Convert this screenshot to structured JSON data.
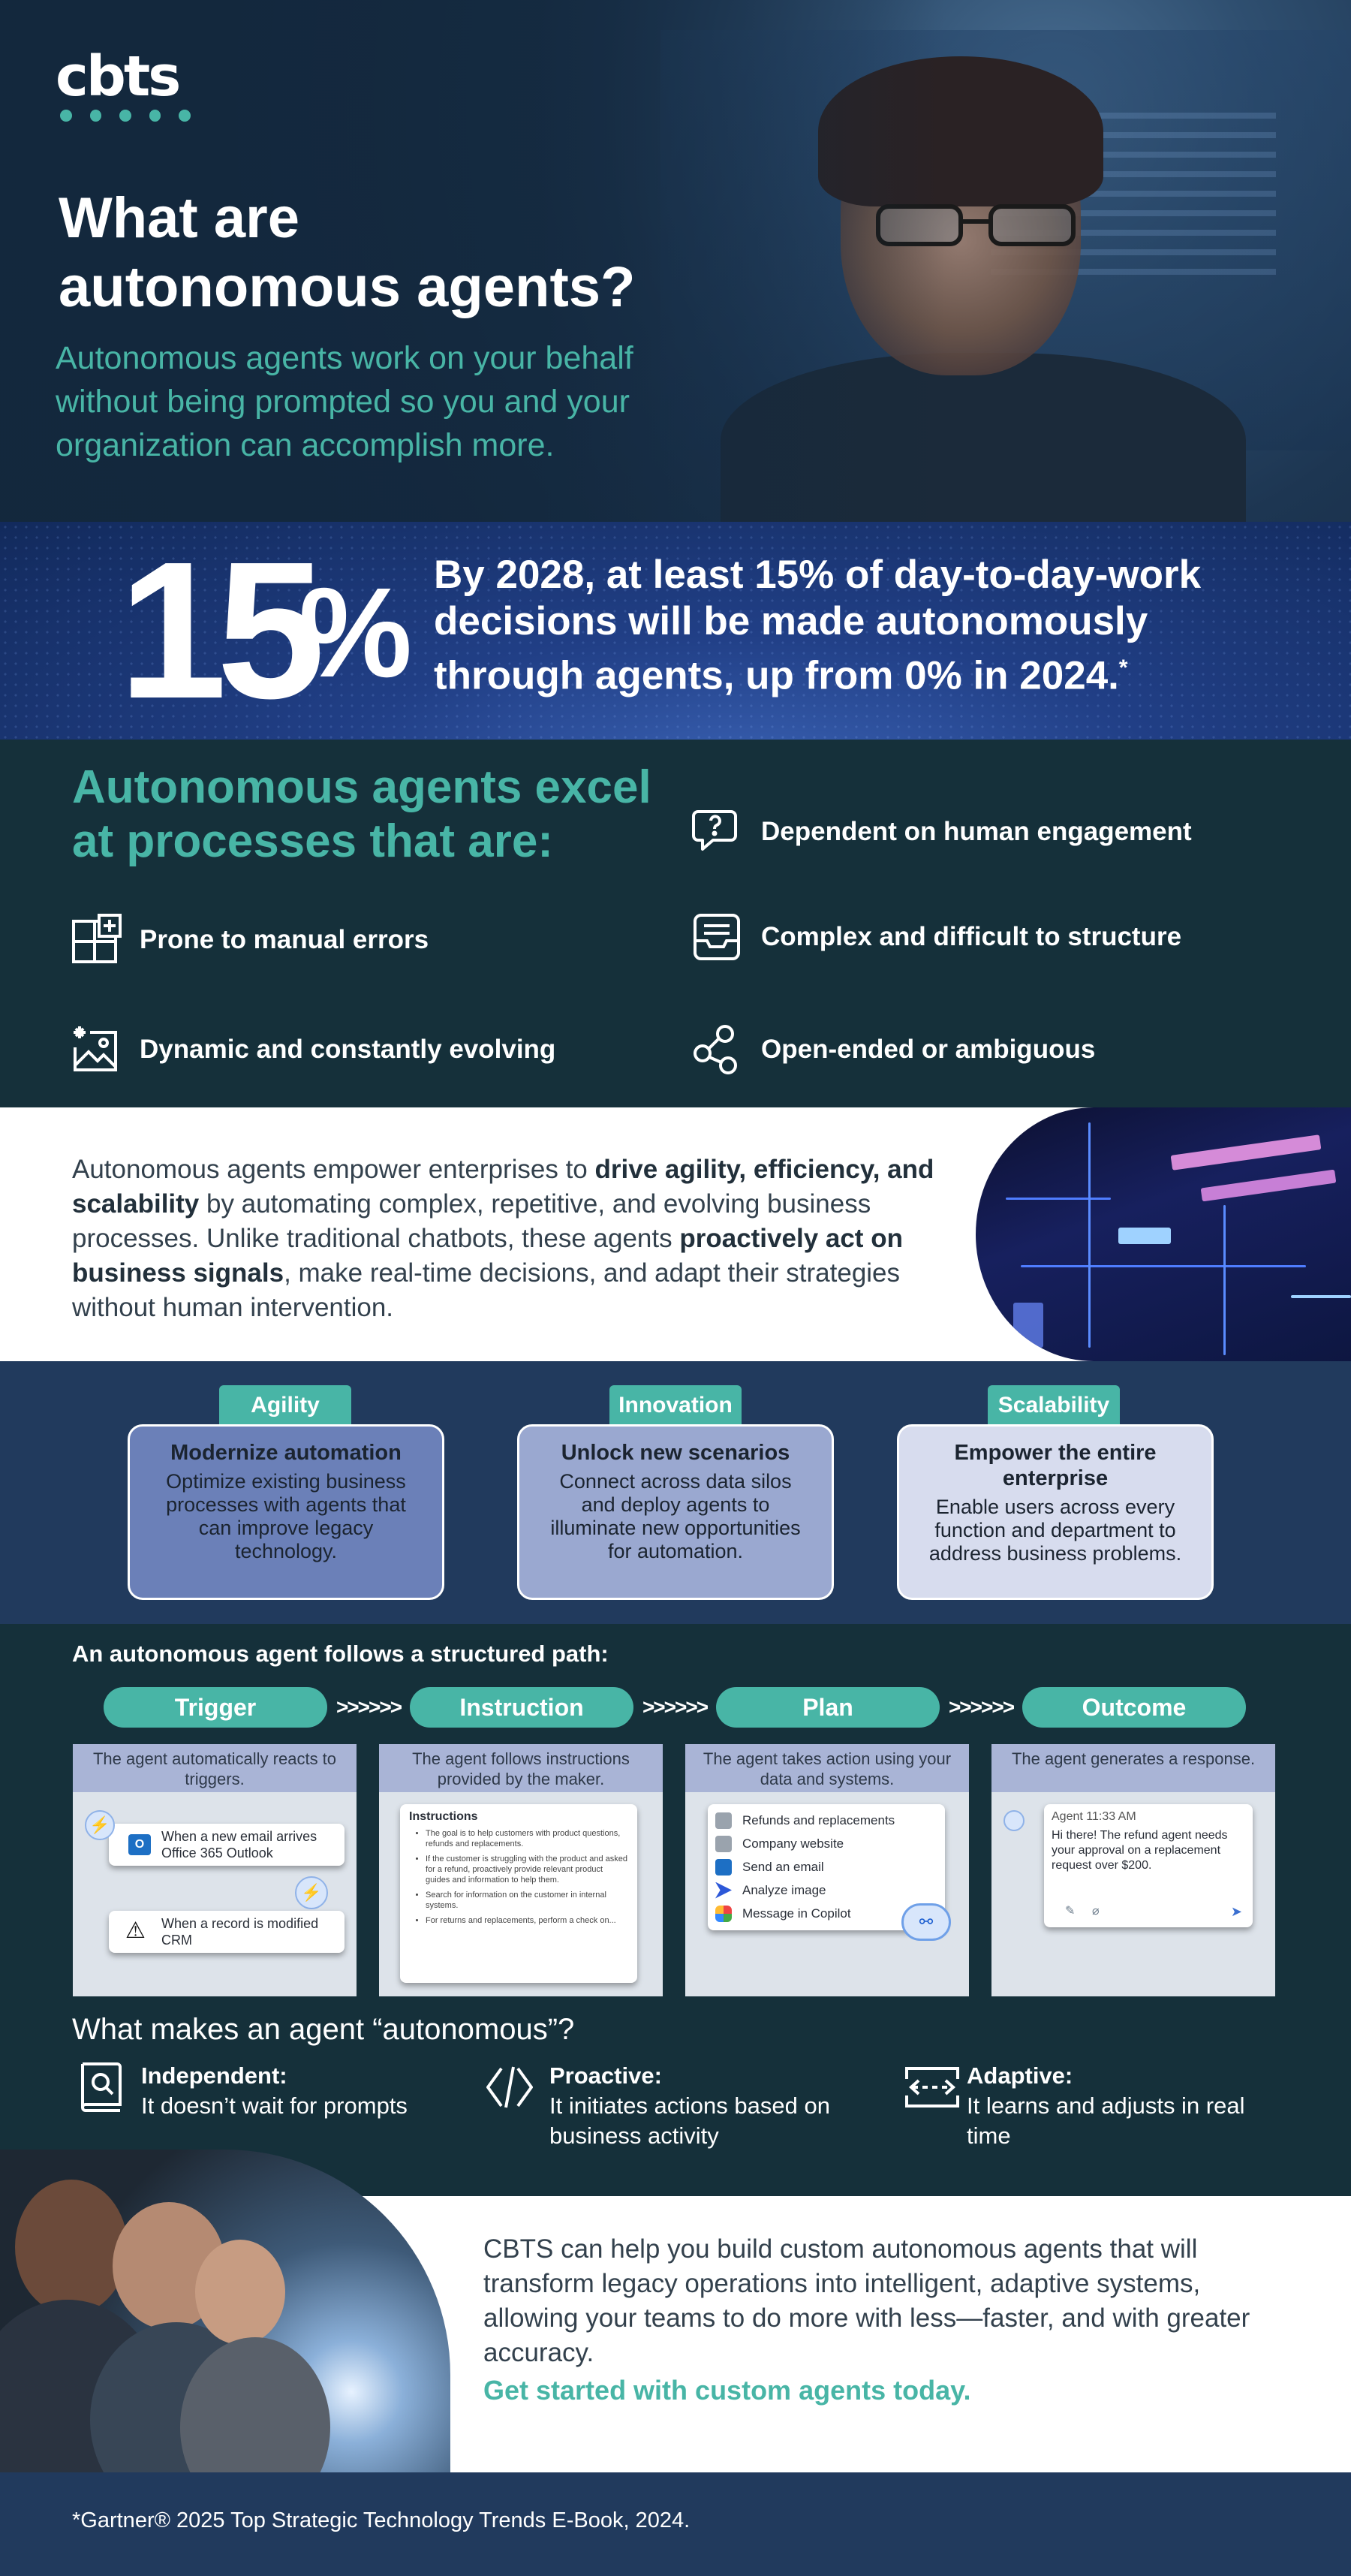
{
  "brand": {
    "logo": "cbts",
    "accent": "#48b5a6",
    "navy": "#213a5d",
    "dark": "#15303a"
  },
  "hero": {
    "title_line1": "What are",
    "title_line2": "autonomous agents?",
    "subtitle": "Autonomous agents work on your behalf without being prompted so you and your organization can accomplish more."
  },
  "stat": {
    "number": "15",
    "percent": "%",
    "text": "By 2028, at least 15% of day-to-day-work decisions will be made autonomously through agents, up from 0% in 2024.",
    "footnote_mark": "*"
  },
  "excel": {
    "title": "Autonomous agents excel at processes that are:",
    "items": [
      {
        "label": "Dependent on human engagement",
        "icon": "chat-question-icon"
      },
      {
        "label": "Prone to manual errors",
        "icon": "grid-plus-icon"
      },
      {
        "label": "Complex and difficult to structure",
        "icon": "inbox-tray-icon"
      },
      {
        "label": "Dynamic and constantly evolving",
        "icon": "image-sparkle-icon"
      },
      {
        "label": "Open-ended or ambiguous",
        "icon": "share-nodes-icon"
      }
    ]
  },
  "empower": {
    "p1": "Autonomous agents empower enterprises to ",
    "b1": "drive agility, efficiency, and scalability",
    "p2": " by automating complex, repetitive, and evolving business processes. Unlike traditional chatbots, these agents ",
    "b2": "proactively act on business signals",
    "p3": ", make real-time decisions, and adapt their strategies without human intervention."
  },
  "pillars": [
    {
      "tag": "Agility",
      "title": "Modernize automation",
      "text": "Optimize existing business processes with agents that can improve legacy technology.",
      "bg": "#6b80b8"
    },
    {
      "tag": "Innovation",
      "title": "Unlock new scenarios",
      "text": "Connect across data silos and deploy agents to illuminate new opportunities for automation.",
      "bg": "#9aa8d0"
    },
    {
      "tag": "Scalability",
      "title": "Empower the entire enterprise",
      "text": "Enable users across every function and department to address business problems.",
      "bg": "#d7dcee"
    }
  ],
  "path": {
    "title": "An autonomous agent follows a structured path:",
    "arrows": ">>>>>>",
    "steps": [
      {
        "label": "Trigger",
        "caption": "The agent automatically reacts to triggers."
      },
      {
        "label": "Instruction",
        "caption": "The agent follows instructions provided by the maker."
      },
      {
        "label": "Plan",
        "caption": "The agent takes action using your data and systems."
      },
      {
        "label": "Outcome",
        "caption": "The agent generates a response."
      }
    ],
    "trigger": {
      "item1_line1": "When a new email arrives",
      "item1_line2": "Office 365 Outlook",
      "item2_line1": "When a record is modified",
      "item2_line2": "CRM"
    },
    "instructions": {
      "heading": "Instructions",
      "bullets": [
        "The goal is to help customers with product questions, refunds and replacements.",
        "If the customer is struggling with the product and asked for a refund, proactively provide relevant product guides and information to help them.",
        "Search for information on the customer in internal systems.",
        "For returns and replacements, perform a check on..."
      ]
    },
    "plan_items": [
      "Refunds and replacements",
      "Company website",
      "Send an email",
      "Analyze image",
      "Message in Copilot"
    ],
    "outcome": {
      "header": "Agent 11:33 AM",
      "message": "Hi there! The refund agent needs your approval on a replacement request over $200."
    }
  },
  "autonomous": {
    "title": "What makes an agent “autonomous”?",
    "items": [
      {
        "title": "Independent:",
        "text": "It doesn’t wait for prompts"
      },
      {
        "title": "Proactive:",
        "text": "It initiates actions based on business activity"
      },
      {
        "title": "Adaptive:",
        "text": "It learns and adjusts in real time"
      }
    ]
  },
  "cta": {
    "text": "CBTS can help you build custom autonomous agents that will transform legacy operations into intelligent, adaptive systems, allowing your teams to do more with less—faster, and with greater accuracy.",
    "link": "Get started with custom agents today."
  },
  "footer": {
    "text": "*Gartner® 2025 Top Strategic Technology Trends E-Book, 2024."
  }
}
